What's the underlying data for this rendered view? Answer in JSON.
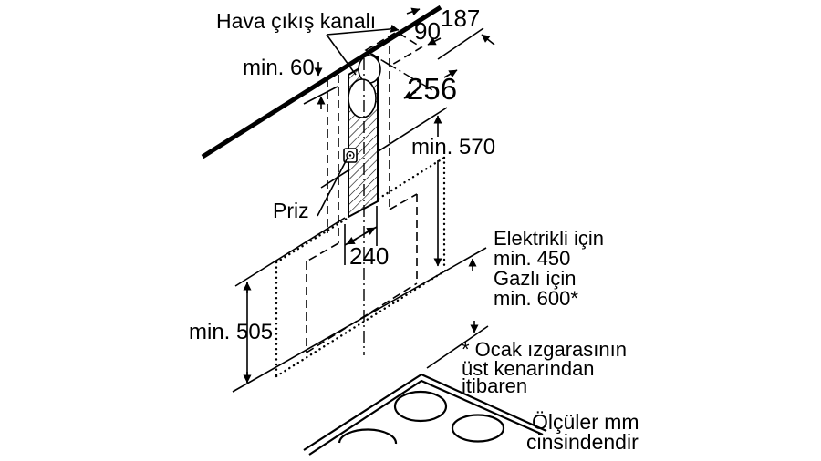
{
  "diagram": {
    "labels": {
      "duct_channel": "Hava çıkış kanalı",
      "socket": "Priz"
    },
    "dimensions": {
      "ceiling_gap": "min. 60",
      "duct_187": "187",
      "duct_90": "90",
      "depth_256": "256",
      "height_570": "min. 570",
      "width_240": "240",
      "height_505": "min. 505"
    },
    "hob_clearance": {
      "line1": "Elektrikli için",
      "line2": "min. 450",
      "line3": "Gazlı için",
      "line4": "min. 600*"
    },
    "footnote": {
      "line1": "* Ocak ızgarasının",
      "line2": "üst kenarından",
      "line3": "itibaren"
    },
    "units": {
      "line1": "Ölçüler mm",
      "line2": "cinsindendir"
    },
    "colors": {
      "ink": "#000000",
      "background": "#ffffff"
    }
  }
}
